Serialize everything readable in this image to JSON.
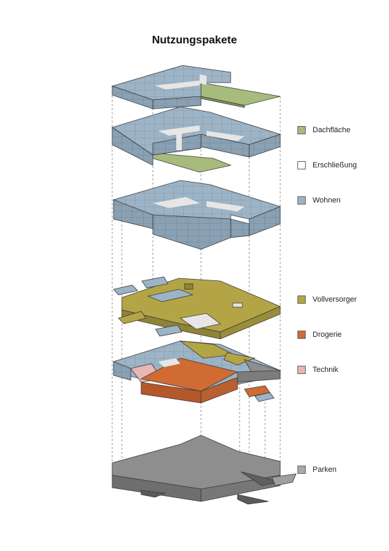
{
  "title": "Nutzungspakete",
  "legend": [
    {
      "key": "dach",
      "label": "Dachfläche",
      "color": "#a7bc7c"
    },
    {
      "key": "erschliessung",
      "label": "Erschließung",
      "color": "#ffffff"
    },
    {
      "key": "wohnen",
      "label": "Wohnen",
      "color": "#9db3c6"
    },
    {
      "key": "vollversorger",
      "label": "Vollversorger",
      "color": "#b3a546"
    },
    {
      "key": "drogerie",
      "label": "Drogerie",
      "color": "#cf6b33"
    },
    {
      "key": "technik",
      "label": "Technik",
      "color": "#e7b7b4"
    },
    {
      "key": "parken",
      "label": "Parken",
      "color": "#a9a9a9"
    }
  ]
}
